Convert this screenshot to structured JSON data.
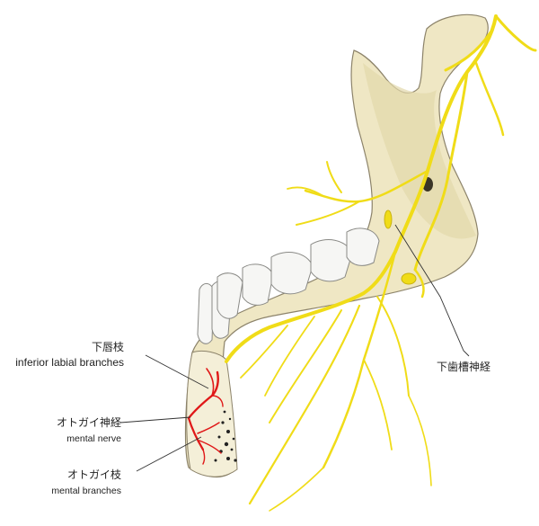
{
  "labels": {
    "lower_lip_branch_ja": "下唇枝",
    "lower_lip_branch_en": "inferior labial branches",
    "mental_nerve_ja": "オトガイ神経",
    "mental_nerve_en": "mental nerve",
    "mental_branches_ja": "オトガイ枝",
    "mental_branches_en": "mental branches",
    "inferior_alveolar_nerve_ja": "下歯槽神経"
  },
  "colors": {
    "bone": "#efe7c4",
    "bone_edge": "#8c836a",
    "nerve": "#f0dc18",
    "nerve_edge": "#c9b30e",
    "artery": "#e01818",
    "tooth": "#f6f6f4",
    "leader": "#333333"
  },
  "icons": [
    "mandible-illustration",
    "tooth-shape",
    "nerve-branch"
  ]
}
